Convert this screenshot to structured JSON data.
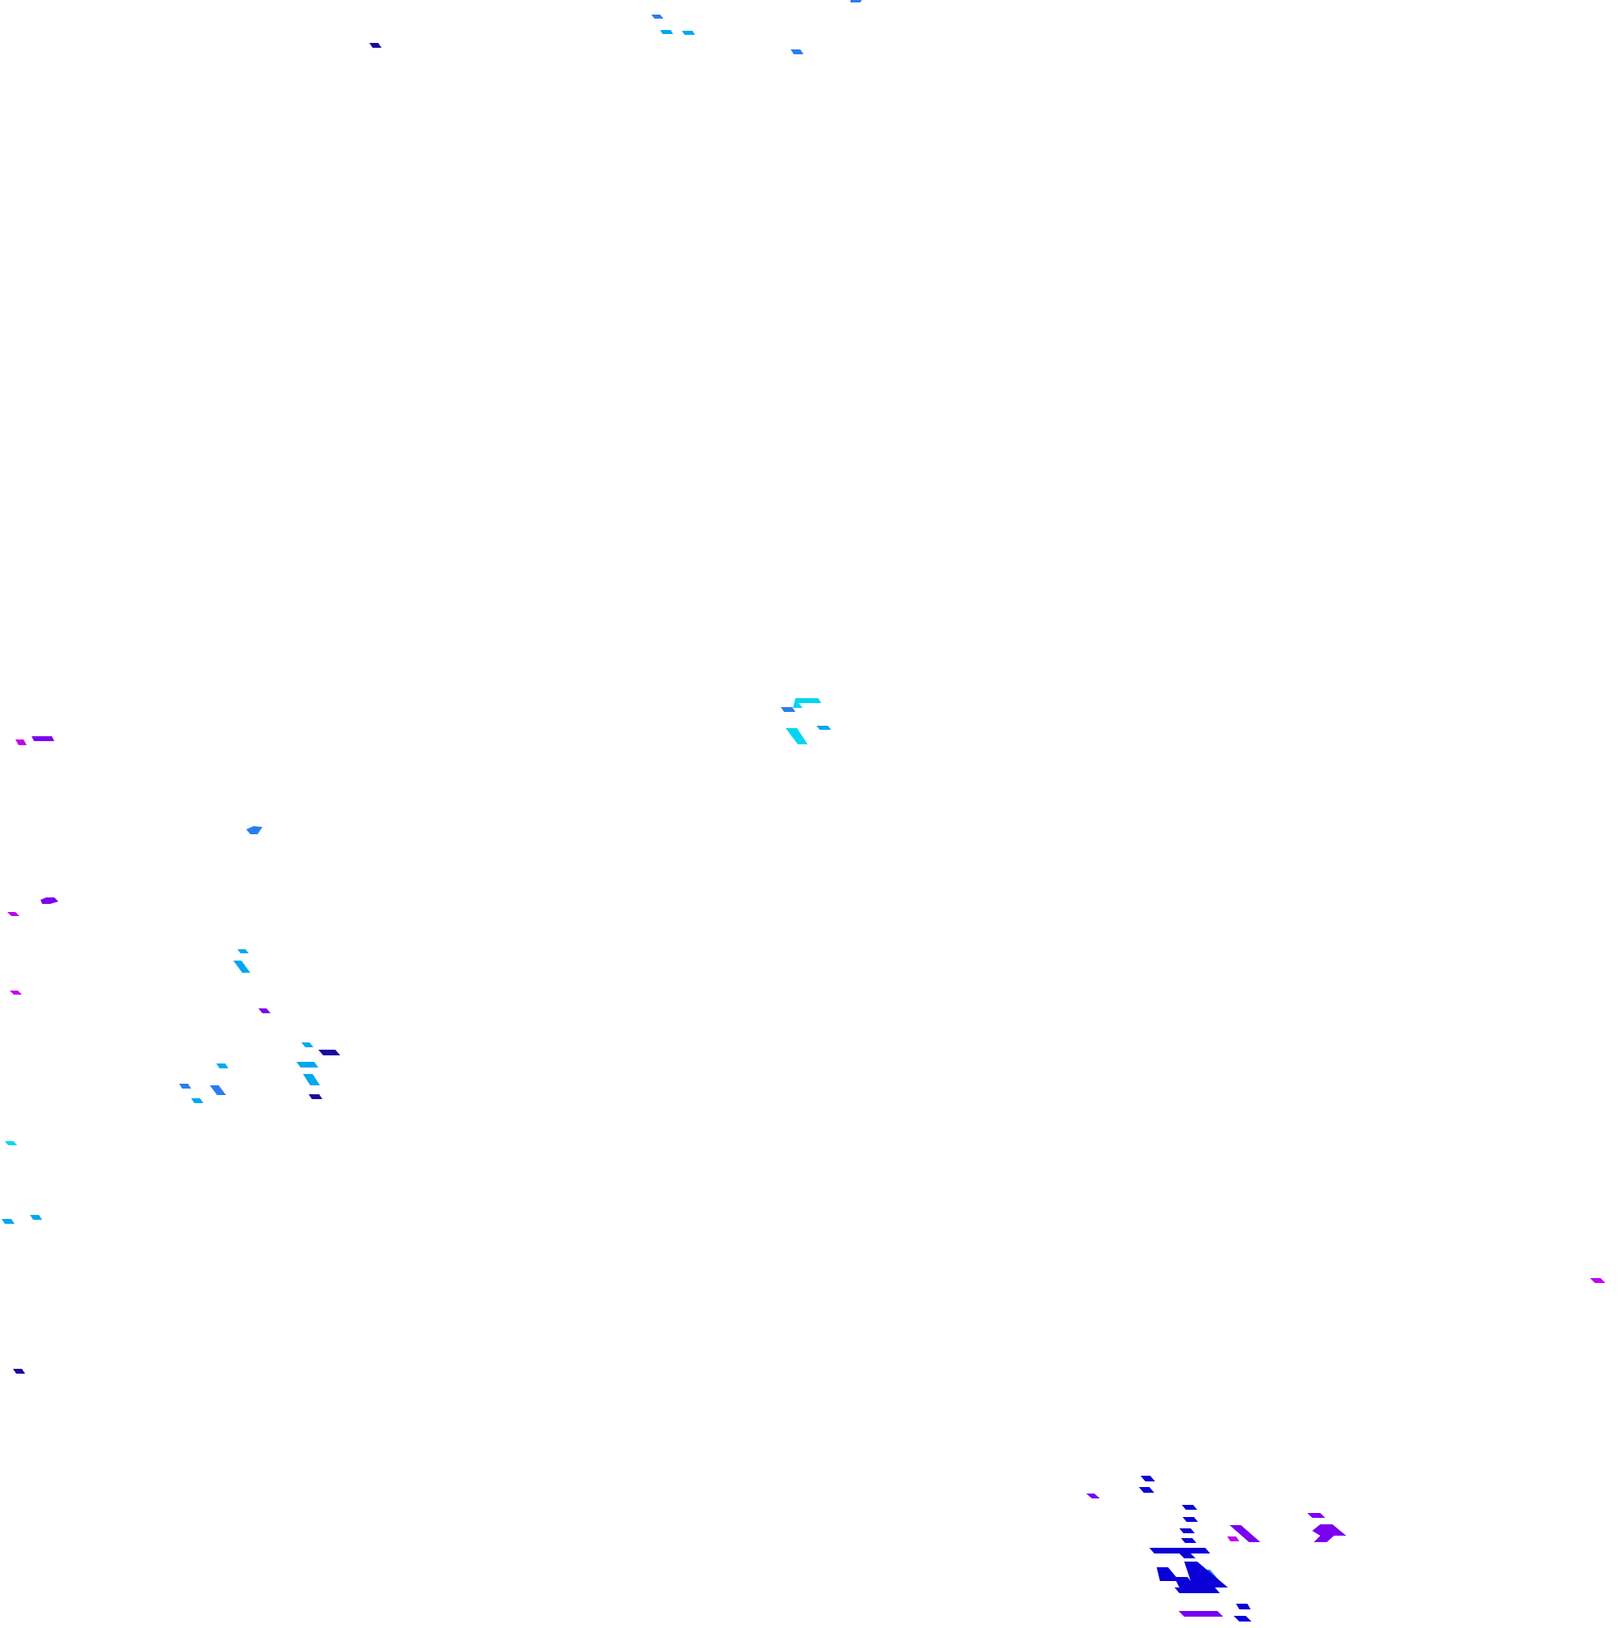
{
  "palette": {
    "background": "#ffffff",
    "navy": "#1a0a9e",
    "blue": "#0a00d8",
    "azure": "#2a7cf0",
    "sky": "#00a8f0",
    "cyan": "#00d6f0",
    "violet": "#7a00f0",
    "magenta": "#c000f0"
  },
  "fragments": [
    {
      "id": "frag-01",
      "color": "navy"
    },
    {
      "id": "frag-02",
      "color": "azure"
    },
    {
      "id": "frag-03",
      "color": "azure"
    },
    {
      "id": "frag-04",
      "color": "sky"
    },
    {
      "id": "frag-05",
      "color": "sky"
    },
    {
      "id": "frag-06",
      "color": "azure"
    },
    {
      "id": "frag-07",
      "color": "cyan"
    },
    {
      "id": "frag-08",
      "color": "azure"
    },
    {
      "id": "frag-09",
      "color": "sky"
    },
    {
      "id": "frag-10",
      "color": "cyan"
    },
    {
      "id": "frag-11",
      "color": "magenta"
    },
    {
      "id": "frag-12",
      "color": "violet"
    },
    {
      "id": "frag-13",
      "color": "azure"
    },
    {
      "id": "frag-14",
      "color": "violet"
    },
    {
      "id": "frag-15",
      "color": "magenta"
    },
    {
      "id": "frag-16",
      "color": "sky"
    },
    {
      "id": "frag-17",
      "color": "sky"
    },
    {
      "id": "frag-18",
      "color": "magenta"
    },
    {
      "id": "frag-19",
      "color": "violet"
    },
    {
      "id": "frag-20",
      "color": "sky"
    },
    {
      "id": "frag-21",
      "color": "navy"
    },
    {
      "id": "frag-22",
      "color": "sky"
    },
    {
      "id": "frag-23",
      "color": "sky"
    },
    {
      "id": "frag-24",
      "color": "azure"
    },
    {
      "id": "frag-25",
      "color": "azure"
    },
    {
      "id": "frag-26",
      "color": "sky"
    },
    {
      "id": "frag-27",
      "color": "navy"
    },
    {
      "id": "frag-28",
      "color": "sky"
    },
    {
      "id": "frag-29",
      "color": "cyan"
    },
    {
      "id": "frag-30",
      "color": "sky"
    },
    {
      "id": "frag-31",
      "color": "sky"
    },
    {
      "id": "frag-32",
      "color": "magenta"
    },
    {
      "id": "frag-33",
      "color": "navy"
    },
    {
      "id": "frag-34",
      "color": "violet"
    },
    {
      "id": "frag-35",
      "color": "blue"
    },
    {
      "id": "frag-36",
      "color": "blue"
    },
    {
      "id": "frag-37",
      "color": "blue"
    },
    {
      "id": "frag-38",
      "color": "violet"
    },
    {
      "id": "frag-39",
      "color": "magenta"
    },
    {
      "id": "frag-40",
      "color": "violet"
    },
    {
      "id": "frag-41",
      "color": "violet"
    },
    {
      "id": "frag-42",
      "color": "blue"
    },
    {
      "id": "frag-43",
      "color": "blue"
    },
    {
      "id": "frag-44",
      "color": "blue"
    },
    {
      "id": "frag-45",
      "color": "blue"
    },
    {
      "id": "frag-46",
      "color": "azure"
    },
    {
      "id": "frag-47",
      "color": "blue"
    },
    {
      "id": "frag-48",
      "color": "blue"
    },
    {
      "id": "frag-49",
      "color": "blue"
    },
    {
      "id": "frag-50",
      "color": "violet"
    },
    {
      "id": "frag-51",
      "color": "blue"
    },
    {
      "id": "frag-52",
      "color": "blue"
    }
  ]
}
